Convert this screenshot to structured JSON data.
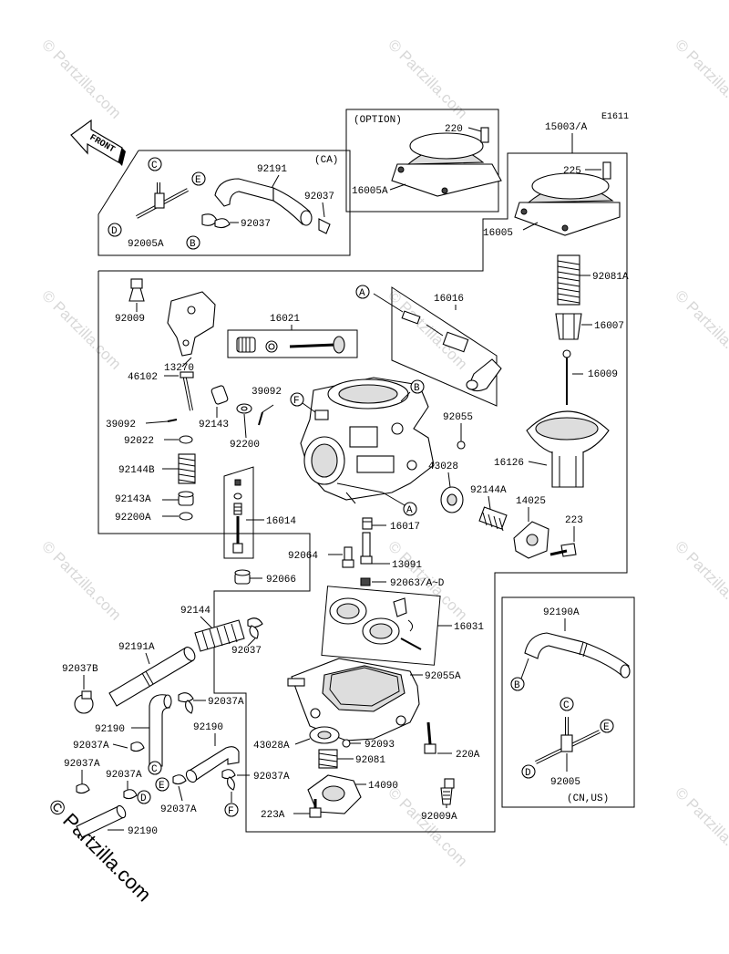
{
  "diagram": {
    "code": "E1611",
    "front_label": "FRONT",
    "option_label": "(OPTION)",
    "ca_label": "(CA)",
    "cnus_label": "(CN,US)",
    "watermark": "Partzilla.com",
    "watermark_corner": "© Partzilla.com",
    "letters": [
      "A",
      "B",
      "C",
      "D",
      "E",
      "F"
    ],
    "parts": {
      "p220": "220",
      "p16005A": "16005A",
      "p15003A": "15003/A",
      "p225": "225",
      "p16005": "16005",
      "p92081A": "92081A",
      "p16007": "16007",
      "p16009": "16009",
      "p16126": "16126",
      "p92191": "92191",
      "p92037_ca": "92037",
      "p92037_ca2": "92037",
      "p92005A": "92005A",
      "p92009": "92009",
      "p16021": "16021",
      "p16016": "16016",
      "p13270": "13270",
      "p46102": "46102",
      "p39092a": "39092",
      "p39092b": "39092",
      "p92143": "92143",
      "p92022": "92022",
      "p92200": "92200",
      "p92055": "92055",
      "p43028": "43028",
      "p92144B": "92144B",
      "p92143A": "92143A",
      "p92200A": "92200A",
      "p16014": "16014",
      "p92144A": "92144A",
      "p14025": "14025",
      "p223": "223",
      "p16017": "16017",
      "p92064": "92064",
      "p13091": "13091",
      "p92066": "92066",
      "p92063": "92063/A~D",
      "p92144": "92144",
      "p16031": "16031",
      "p92037_mid": "92037",
      "p92191A": "92191A",
      "p92037B": "92037B",
      "p92037A_1": "92037A",
      "p92055A": "92055A",
      "p92190a": "92190",
      "p92190b": "92190",
      "p92037A_2": "92037A",
      "p43028A": "43028A",
      "p92093": "92093",
      "p220A": "220A",
      "p92081": "92081",
      "p92037A_3": "92037A",
      "p92037A_4": "92037A",
      "p92037A_5": "92037A",
      "p92037A_6": "92037A",
      "p14090": "14090",
      "p223A": "223A",
      "p92009A": "92009A",
      "p92190c": "92190",
      "p92190A": "92190A",
      "p92005": "92005"
    }
  }
}
